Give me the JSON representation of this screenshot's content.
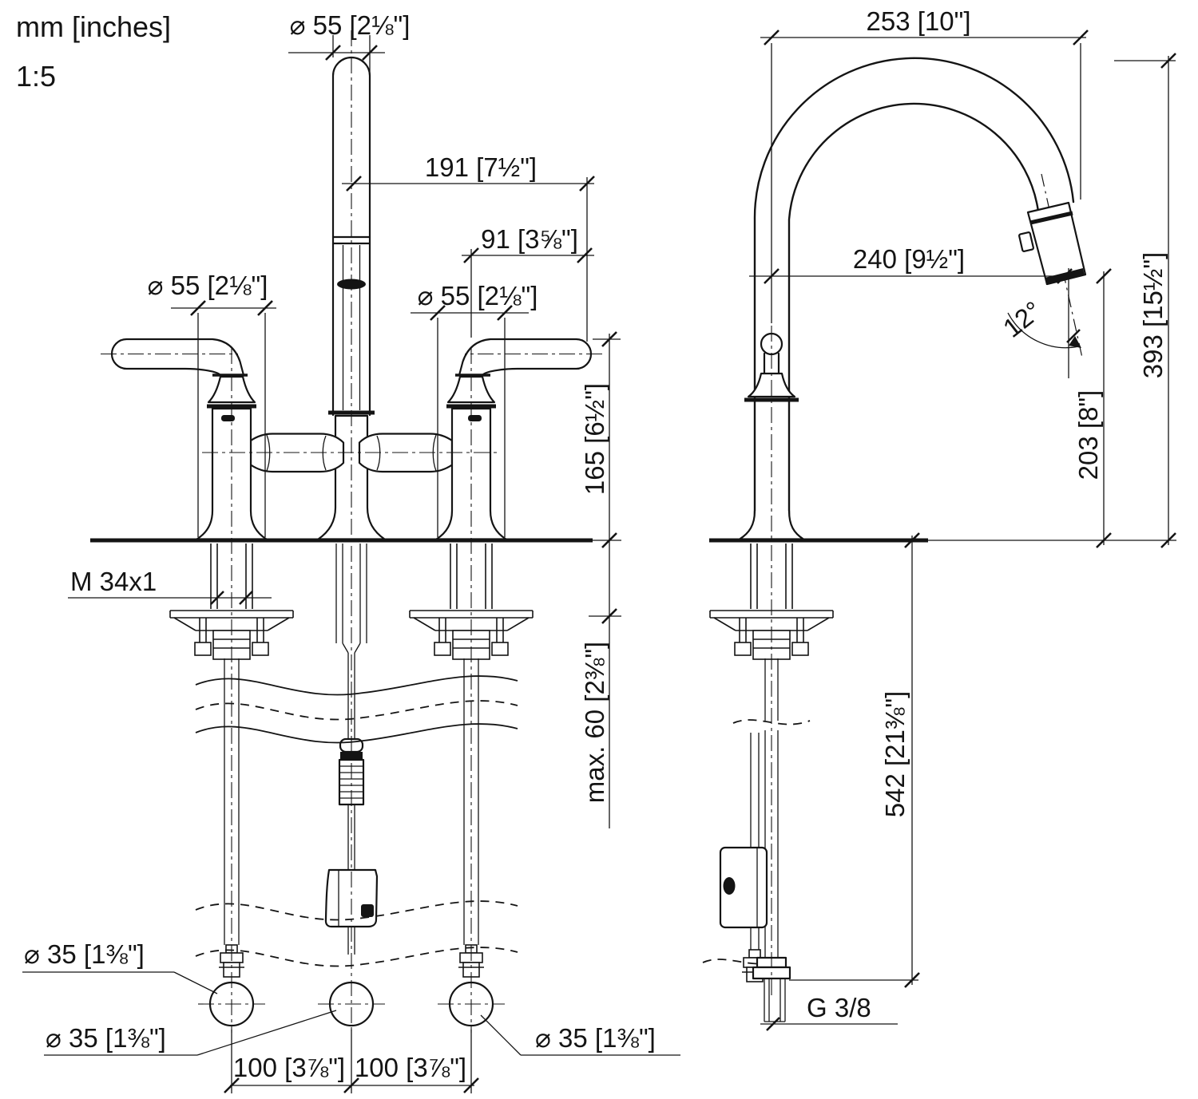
{
  "meta": {
    "units": "mm [inches]",
    "scale": "1:5"
  },
  "front_view": {
    "dim_spout_top_dia": "⌀ 55 [2⅛\"]",
    "dim_width_191": "191 [7½\"]",
    "dim_width_91": "91 [3⅝\"]",
    "dim_left_handle_dia": "⌀ 55 [2⅛\"]",
    "dim_right_handle_dia": "⌀ 55 [2⅛\"]",
    "dim_height_165": "165 [6½\"]",
    "dim_thread": "M 34x1",
    "dim_counter_thickness": "max. 60 [2⅜\"]",
    "dim_hole_left_dia": "⌀ 35 [1⅜\"]",
    "dim_hole_center_dia": "⌀ 35 [1⅜\"]",
    "dim_hole_right_dia": "⌀ 35 [1⅜\"]",
    "dim_hole_pitch_left": "100 [3⅞\"]",
    "dim_hole_pitch_right": "100 [3⅞\"]"
  },
  "side_view": {
    "dim_spout_width_253": "253 [10\"]",
    "dim_spout_reach_240": "240 [9½\"]",
    "dim_spray_angle": "12°",
    "dim_height_393": "393 [15½\"]",
    "dim_spout_height_203": "203 [8\"]",
    "dim_hose_length_542": "542 [21⅜\"]",
    "dim_connection_thread": "G 3/8"
  }
}
